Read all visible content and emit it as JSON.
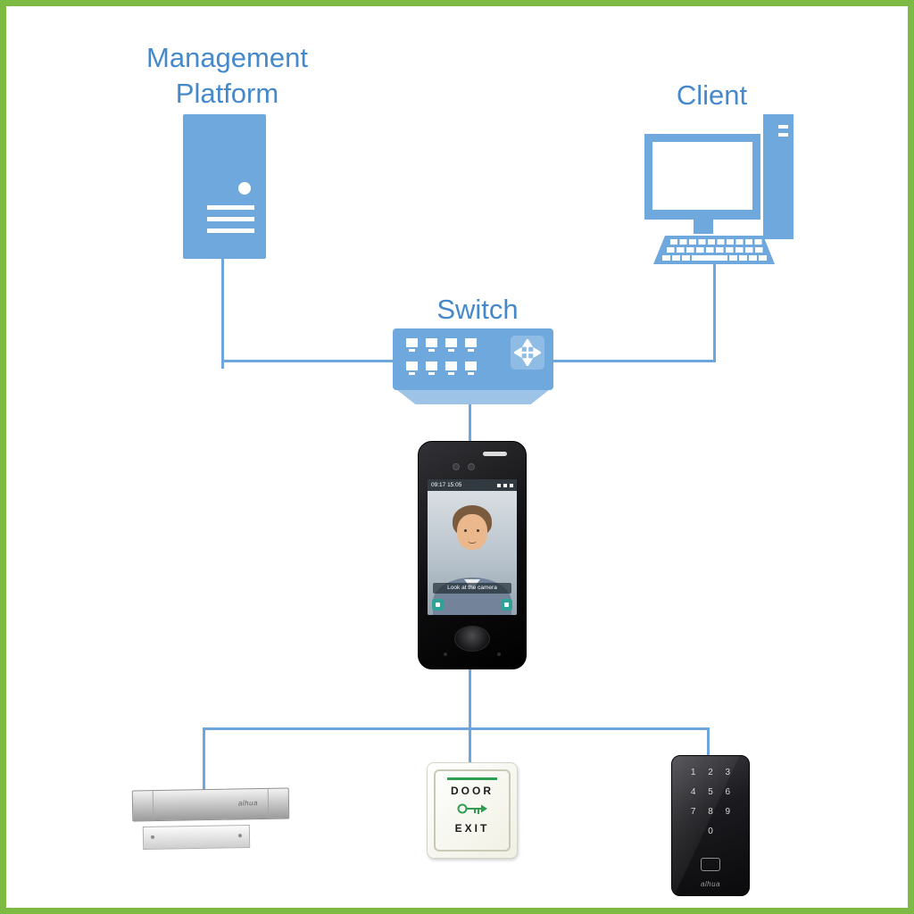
{
  "labels": {
    "management_platform": {
      "line1": "Management",
      "line2": "Platform"
    },
    "client": "Client",
    "switch": "Switch"
  },
  "terminal": {
    "status_time": "09:17 15:05",
    "prompt": "Look at the camera"
  },
  "devices": {
    "lock": {
      "brand": "alhua"
    },
    "exit_button": {
      "line1": "DOOR",
      "line2": "EXIT"
    },
    "keypad": {
      "keys": [
        "1",
        "2",
        "3",
        "4",
        "5",
        "6",
        "7",
        "8",
        "9",
        "0"
      ],
      "brand": "alhua"
    }
  },
  "icons": {
    "switch_ports": "ethernet-port-icon",
    "switch_arrows": "cross-arrows-icon",
    "exit_key": "key-icon",
    "keypad_card": "card-swipe-icon",
    "server_led": "led-dot-icon",
    "fingerprint": "fingerprint-sensor-icon"
  },
  "colors": {
    "border_green": "#7cba43",
    "icon_blue": "#6fa8dc",
    "label_blue": "#4589cb",
    "line_blue": "#6ca6dd",
    "exit_green": "#2e9e4f",
    "terminal_teal": "#2ea296"
  }
}
